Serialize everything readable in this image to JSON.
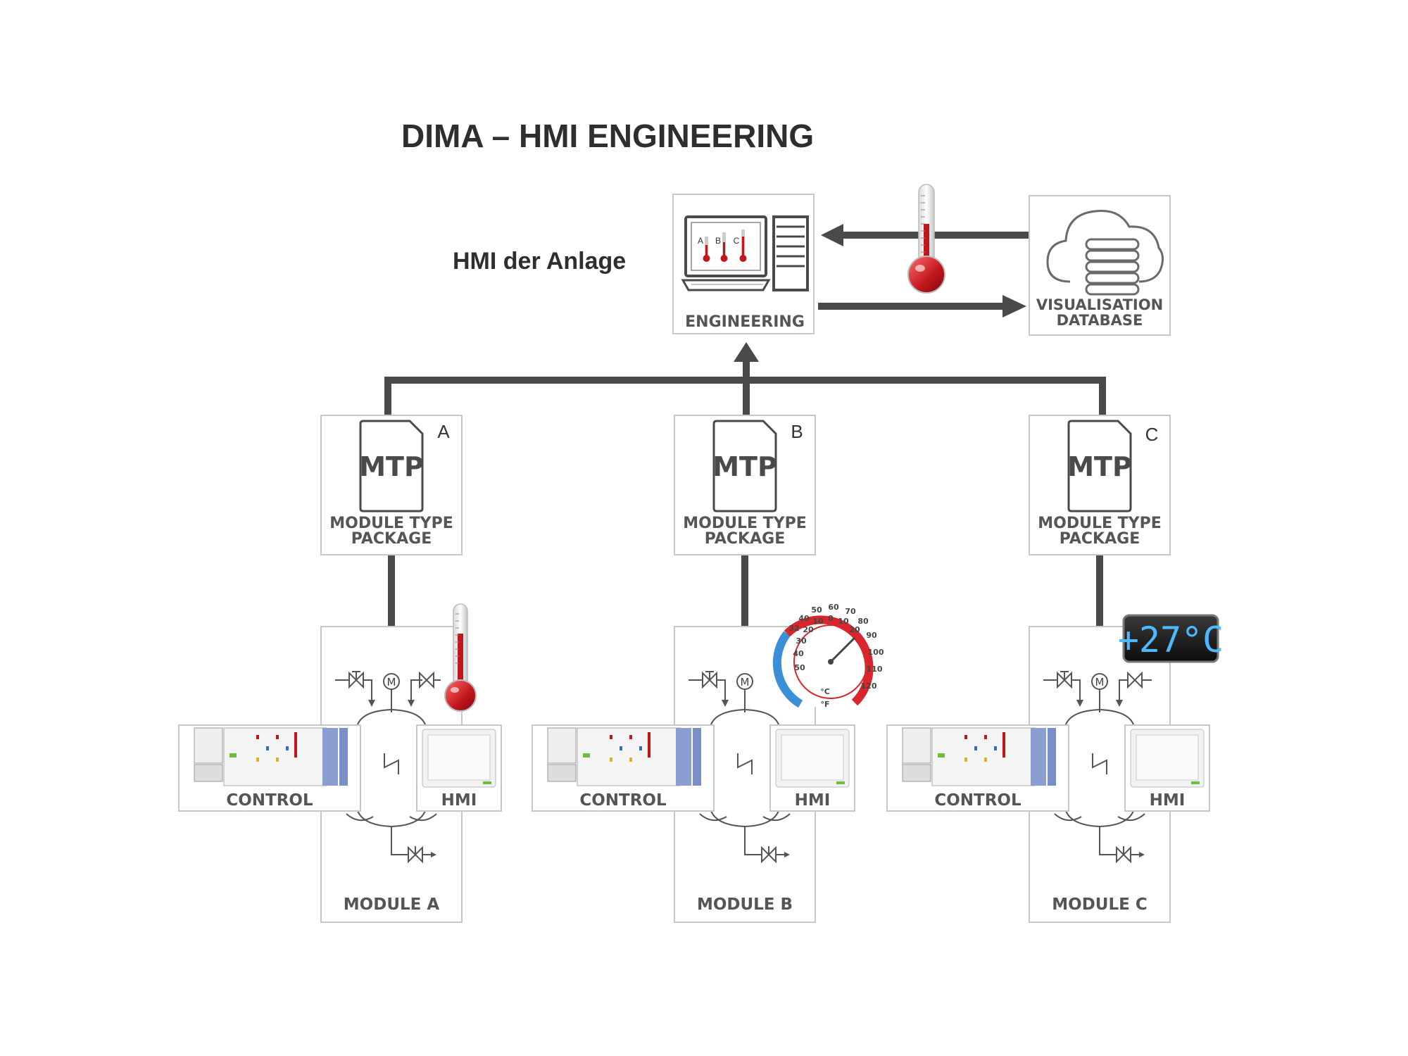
{
  "title": "DIMA – HMI ENGINEERING",
  "subtitle": "HMI der Anlage",
  "engineering": {
    "label": "ENGINEERING",
    "screen_letters": [
      "A",
      "B",
      "C"
    ]
  },
  "visualisation": {
    "label_line1": "VISUALISATION",
    "label_line2": "DATABASE"
  },
  "mtp_packages": [
    {
      "letter": "A",
      "icon_text": "MTP",
      "label_line1": "MODULE TYPE",
      "label_line2": "PACKAGE"
    },
    {
      "letter": "B",
      "icon_text": "MTP",
      "label_line1": "MODULE TYPE",
      "label_line2": "PACKAGE"
    },
    {
      "letter": "C",
      "icon_text": "MTP",
      "label_line1": "MODULE TYPE",
      "label_line2": "PACKAGE"
    }
  ],
  "modules": [
    {
      "name": "MODULE A",
      "control_label": "CONTROL",
      "hmi_label": "HMI",
      "indicator": "thermometer"
    },
    {
      "name": "MODULE B",
      "control_label": "CONTROL",
      "hmi_label": "HMI",
      "indicator": "dial-gauge"
    },
    {
      "name": "MODULE C",
      "control_label": "CONTROL",
      "hmi_label": "HMI",
      "indicator": "digital-display"
    }
  ],
  "motor_symbol": "M",
  "gauge": {
    "celsius_ticks": [
      "50",
      "40",
      "30",
      "20",
      "10",
      "0",
      "10",
      "20"
    ],
    "fahrenheit_ticks": [
      "32",
      "40",
      "50",
      "60",
      "70",
      "80",
      "90",
      "100",
      "110",
      "120"
    ],
    "unit_c": "°C",
    "unit_f": "°F"
  },
  "digital_display": {
    "text": "+27°C"
  },
  "colors": {
    "connector": "#4a4a4a",
    "box_border": "#c8c8c8",
    "thermo_red": "#c0161c",
    "gauge_blue": "#3a8fd8",
    "display_text": "#4fb8ff"
  }
}
